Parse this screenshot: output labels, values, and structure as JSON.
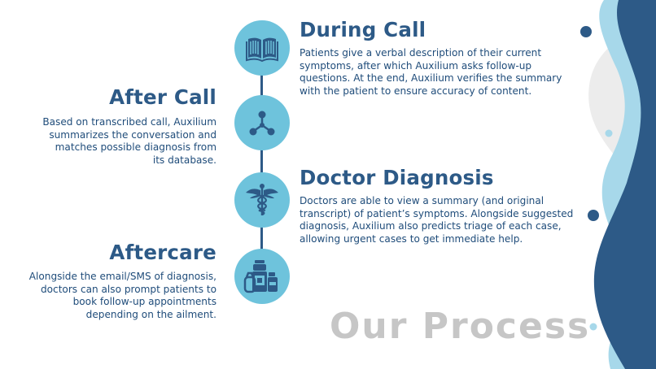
{
  "slide": {
    "title": "Our Process"
  },
  "steps": {
    "during_call": {
      "title": "During Call",
      "lines": [
        "Patients give a verbal description of their current",
        "symptoms, after which Auxilium asks follow-up",
        "questions. At the end, Auxilium verifies the summary",
        "with the patient to ensure accuracy of content."
      ],
      "icon": "book-icon"
    },
    "after_call": {
      "title": "After Call",
      "lines": [
        "Based on transcribed call, Auxilium",
        "summarizes the conversation and",
        "matches possible diagnosis from",
        "its database."
      ],
      "icon": "network-nodes-icon"
    },
    "doctor_diagnosis": {
      "title": "Doctor Diagnosis",
      "lines": [
        "Doctors are able to view a summary (and original",
        "transcript) of patient’s symptoms. Alongside suggested",
        "diagnosis, Auxilium also predicts triage of each case,",
        "allowing urgent cases to get immediate help."
      ],
      "icon": "caduceus-icon"
    },
    "aftercare": {
      "title": "Aftercare",
      "lines": [
        "Alongside the email/SMS of diagnosis,",
        "doctors can also prompt patients to",
        "book follow-up appointments",
        "depending on the ailment."
      ],
      "icon": "medicine-bottles-icon"
    }
  },
  "colors": {
    "dark_blue": "#2d5a87",
    "light_blue": "#6ec3dc",
    "pale_blue": "#a7d8ea",
    "gray": "#c6c6c6",
    "light_gray": "#ececec"
  }
}
